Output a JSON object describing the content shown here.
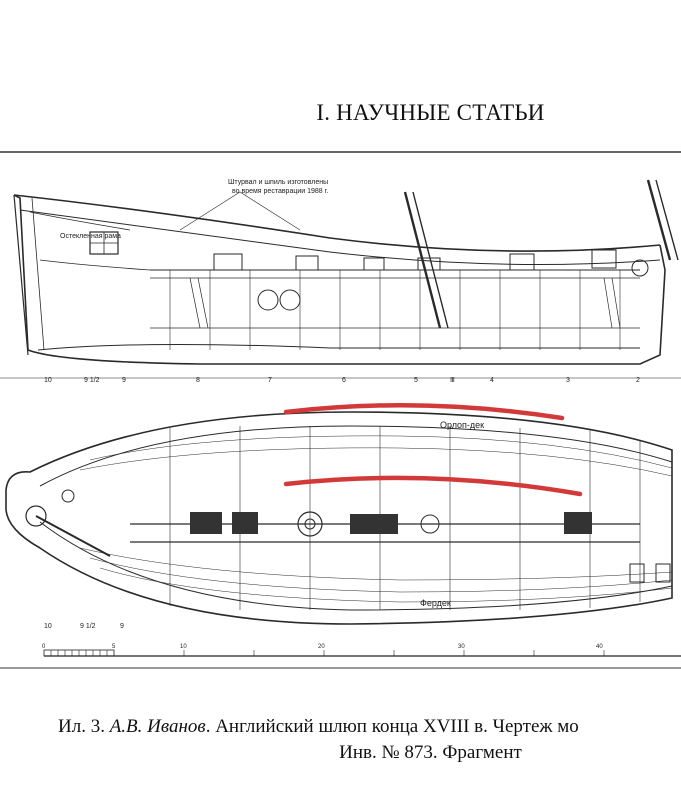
{
  "heading": "I. НАУЧНЫЕ СТАТЬИ",
  "drawing": {
    "note_line1": "Штурвал и шпиль изготовлены",
    "note_line2": "во время реставрации 1988 г.",
    "glazed_frame": "Остекленная рама",
    "orlop_deck": "Орлоп-дек",
    "ferdek": "Фердек",
    "frames_upper": [
      "10",
      "9 1/2",
      "9",
      "8",
      "7",
      "6",
      "5",
      "Ⅲ",
      "4",
      "3",
      "2"
    ],
    "frames_lower": [
      "10",
      "9 1/2",
      "9"
    ],
    "scale_ticks": [
      "0",
      "5",
      "10",
      "20",
      "30",
      "40"
    ],
    "colors": {
      "red_marker": "#d23a3a",
      "line": "#2a2a2a"
    }
  },
  "caption": {
    "prefix": "Ил. 3. ",
    "author": "А.В. Иванов",
    "title_part": ". Английский шлюп конца XVIII в. Чертеж мо",
    "line2": "Инв. № 873. Фрагмент"
  }
}
